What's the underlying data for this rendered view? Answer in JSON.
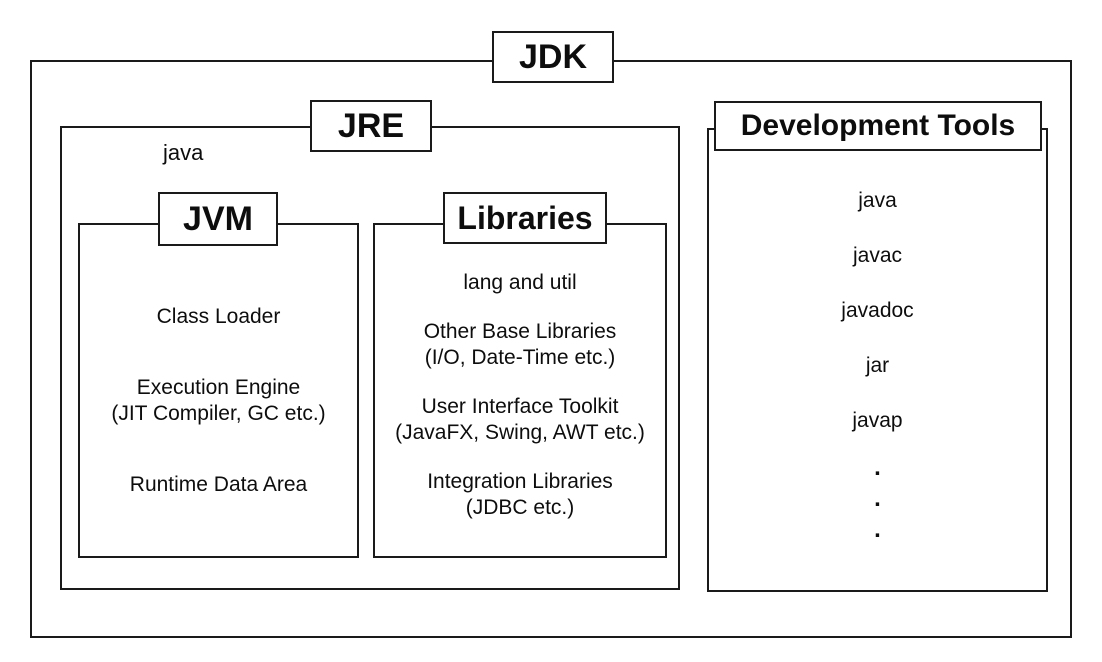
{
  "diagram": {
    "jdk": {
      "label": "JDK"
    },
    "jre": {
      "label": "JRE",
      "note": "java"
    },
    "jvm": {
      "label": "JVM",
      "rows": [
        {
          "title": "Class Loader",
          "detail": ""
        },
        {
          "title": "Execution Engine",
          "detail": "(JIT Compiler, GC etc.)"
        },
        {
          "title": "Runtime Data Area",
          "detail": ""
        }
      ]
    },
    "libraries": {
      "label": "Libraries",
      "rows": [
        {
          "title": "lang and util",
          "detail": ""
        },
        {
          "title": "Other Base Libraries",
          "detail": "(I/O, Date-Time etc.)"
        },
        {
          "title": "User Interface Toolkit",
          "detail": "(JavaFX, Swing, AWT etc.)"
        },
        {
          "title": "Integration Libraries",
          "detail": "(JDBC etc.)"
        }
      ]
    },
    "development_tools": {
      "label": "Development Tools",
      "tools": [
        "java",
        "javac",
        "javadoc",
        "jar",
        "javap"
      ],
      "ellipsis": [
        ".",
        ".",
        "."
      ]
    }
  },
  "colors": {
    "border": "#1a1a1a",
    "background": "#ffffff",
    "text": "#0d0d0d"
  }
}
